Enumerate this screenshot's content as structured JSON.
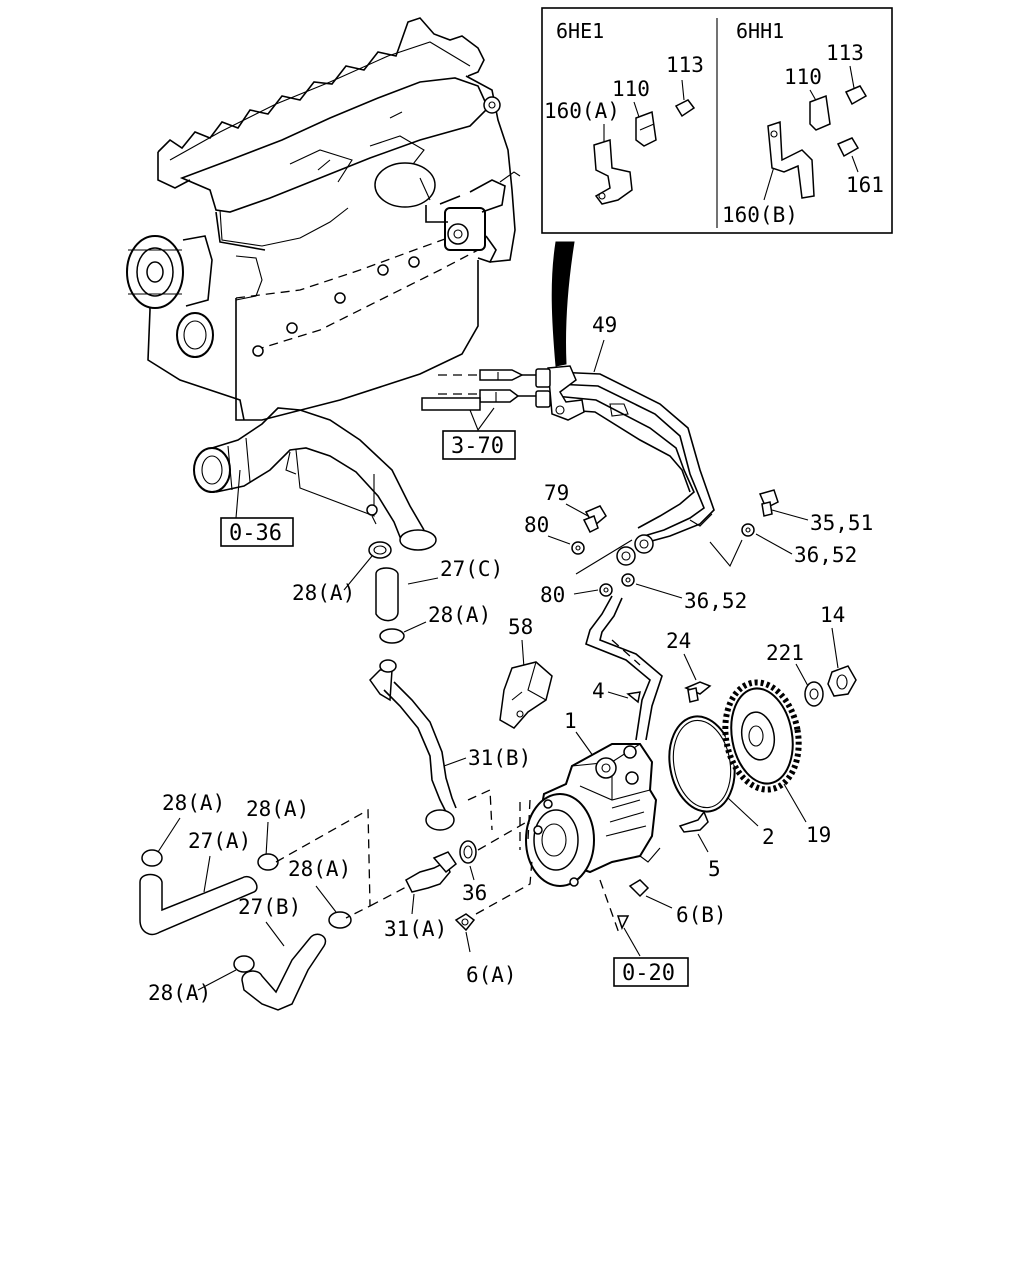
{
  "inset": {
    "left_variant": "6HE1",
    "right_variant": "6HH1",
    "left_labels": {
      "p160a": "160(A)",
      "p110": "110",
      "p113": "113"
    },
    "right_labels": {
      "p110": "110",
      "p113": "113",
      "p161": "161",
      "p160b": "160(B)"
    }
  },
  "ref_boxes": {
    "r370": "3-70",
    "r036": "0-36",
    "r020": "0-20"
  },
  "labels": {
    "l49": "49",
    "l79": "79",
    "l80a": "80",
    "l80b": "80",
    "l3551": "35,51",
    "l3652a": "36,52",
    "l3652b": "36,52",
    "l28a_top": "28(A)",
    "l27c": "27(C)",
    "l28a_mid": "28(A)",
    "l58": "58",
    "l24": "24",
    "l14": "14",
    "l221": "221",
    "l4": "4",
    "l1": "1",
    "l31b": "31(B)",
    "l28a_left1": "28(A)",
    "l28a_left2": "28(A)",
    "l27a": "27(A)",
    "l28a_left3": "28(A)",
    "l27b": "27(B)",
    "l31a": "31(A)",
    "l36": "36",
    "l6a": "6(A)",
    "l28a_bottom": "28(A)",
    "l2": "2",
    "l19": "19",
    "l5": "5",
    "l6b": "6(B)"
  }
}
